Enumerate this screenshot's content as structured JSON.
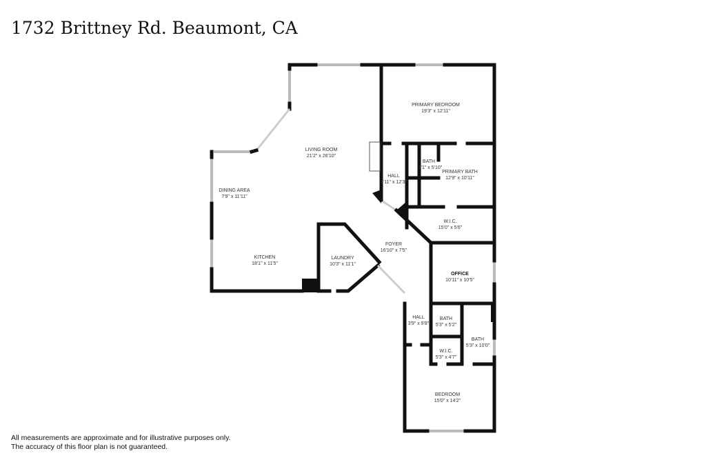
{
  "title": "1732 Brittney Rd. Beaumont, CA",
  "disclaimer": [
    "All measurements are approximate and for illustrative purposes only.",
    "The accuracy of this floor plan is not guaranteed."
  ],
  "rooms": [
    {
      "name": "PRIMARY BEDROOM",
      "size": "19'3\" x 12'11\""
    },
    {
      "name": "LIVING ROOM",
      "size": "21'2\" x 26'10\""
    },
    {
      "name": "BATH",
      "size": "7'1\" x 5'10\""
    },
    {
      "name": "PRIMARY BATH",
      "size": "12'9\" x 10'11\""
    },
    {
      "name": "HALL",
      "size": "3'11\" x 12'3\""
    },
    {
      "name": "DINING AREA",
      "size": "7'9\" x 11'11\""
    },
    {
      "name": "W.I.C.",
      "size": "15'0\" x 5'6\""
    },
    {
      "name": "FOYER",
      "size": "16'10\" x 7'5\""
    },
    {
      "name": "KITCHEN",
      "size": "18'1\" x 11'5\""
    },
    {
      "name": "LAUNDRY",
      "size": "10'3\" x 11'1\""
    },
    {
      "name": "OFFICE",
      "size": "10'11\" x 10'5\""
    },
    {
      "name": "HALL",
      "size": "3'9\" x 9'8\""
    },
    {
      "name": "BATH",
      "size": "5'3\" x 5'2\""
    },
    {
      "name": "BATH",
      "size": "5'3\" x 10'0\""
    },
    {
      "name": "W.I.C.",
      "size": "5'3\" x 4'7\""
    },
    {
      "name": "BEDROOM",
      "size": "15'0\" x 14'2\""
    }
  ]
}
